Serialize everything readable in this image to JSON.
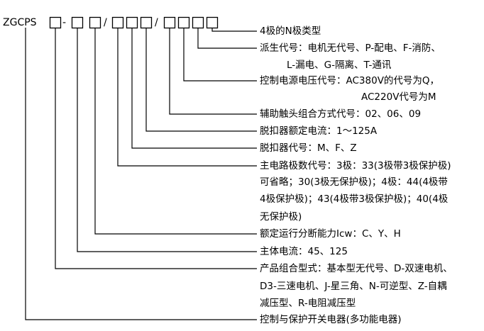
{
  "model": {
    "prefix": "ZGCPS",
    "sep_dash": "-",
    "sep_slash_1": "/",
    "sep_slash_2": "/"
  },
  "labels": {
    "l1": "4极的N极类型",
    "l2": "派生代号：电机无代号、P-配电、F-消防、",
    "l2b": "L-漏电、G-隔离、T-通讯",
    "l3": "控制电源电压代号：AC380V的代号为Q，",
    "l3b": "AC220V代号为M",
    "l4": "辅助触头组合方式代号：02、06、09",
    "l5": "脱扣器额定电流：1～125A",
    "l6": "脱扣器代号：M、F、Z",
    "l7": "主电路极数代号：3极：33(3极带3极保护极)",
    "l7b": "可省略；30(3极无保护极)；4极：44(4极带",
    "l7c": "4极保护极)；43(4极带3极保护极)；40(4极",
    "l7d": "无保护极)",
    "l8": "额定运行分断能力Icw：C、Y、H",
    "l9": "主体电流：45、125",
    "l10": "产品组合型式：基本型无代号、D-双速电机、",
    "l10b": "D3-三速电机、J-星三角、N-可逆型、Z-自耦",
    "l10c": "减压型、R-电阻减压型",
    "l11": "控制与保护开关电器(多功能电器)"
  }
}
